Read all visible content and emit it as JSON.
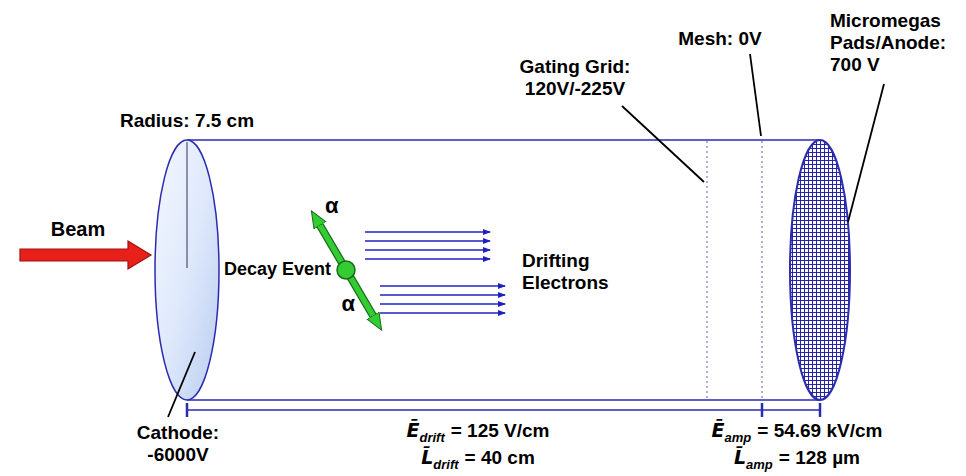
{
  "diagram": {
    "labels": [
      "Mesh: 0V",
      "Micromegas Pads/Anode: 700 V",
      "Gating Grid: 120V/-225V",
      "Radius: 7.5 cm",
      "α",
      "Beam",
      "Decay Event",
      "Drifting Electrons",
      "α",
      "Cathode: -6000V",
      "Ē",
      "drift",
      "= 125 V/cm",
      "Ē",
      "amp",
      "= 54.69 kV/cm",
      "L̄",
      "drift",
      "= 40 cm",
      "L̄",
      "amp",
      "= 128 µm"
    ]
  }
}
